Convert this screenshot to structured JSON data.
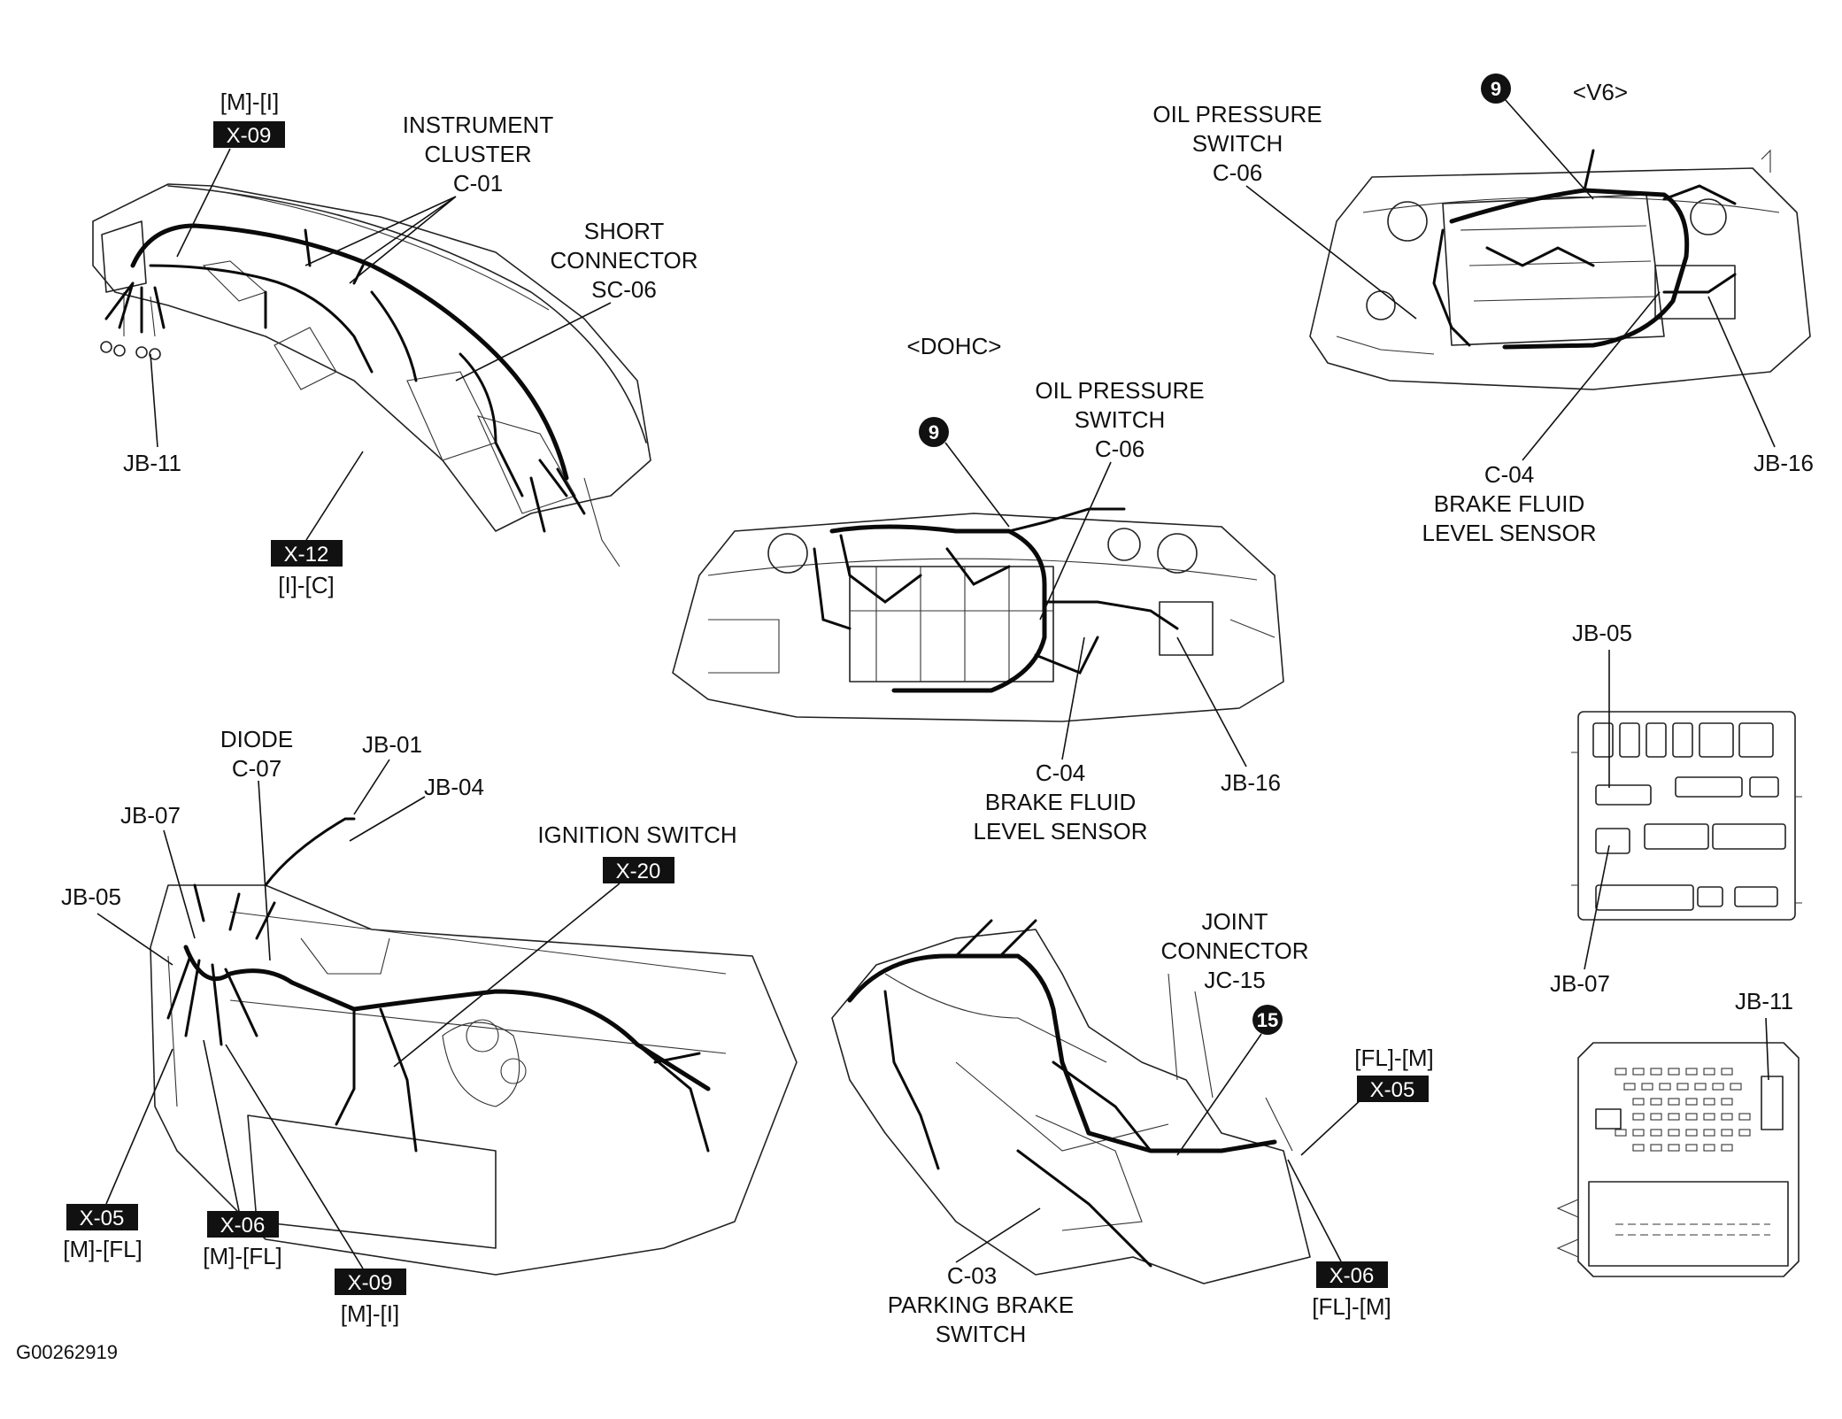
{
  "figure_id": "G00262919",
  "labels": {
    "mi_top": "[M]-[I]",
    "instrument_cluster": [
      "INSTRUMENT",
      "CLUSTER",
      "C-01"
    ],
    "short_connector": [
      "SHORT",
      "CONNECTOR",
      "SC-06"
    ],
    "jb11_left": "JB-11",
    "ic_bottom": "[I]-[C]",
    "dohc": "<DOHC>",
    "oil_pressure_dohc": [
      "OIL PRESSURE",
      "SWITCH",
      "C-06"
    ],
    "brake_fluid_dohc": [
      "C-04",
      "BRAKE FLUID",
      "LEVEL SENSOR"
    ],
    "jb16_dohc": "JB-16",
    "oil_pressure_v6": [
      "OIL PRESSURE",
      "SWITCH",
      "C-06"
    ],
    "v6": "<V6>",
    "brake_fluid_v6": [
      "C-04",
      "BRAKE FLUID",
      "LEVEL SENSOR"
    ],
    "jb16_v6": "JB-16",
    "jb05_right": "JB-05",
    "jb07_right": "JB-07",
    "jb11_right": "JB-11",
    "diode": [
      "DIODE",
      "C-07"
    ],
    "jb01": "JB-01",
    "jb04": "JB-04",
    "jb07_left": "JB-07",
    "jb05_left": "JB-05",
    "ignition_switch": "IGNITION SWITCH",
    "mfl_a": "[M]-[FL]",
    "mfl_b": "[M]-[FL]",
    "mi_bottom": "[M]-[I]",
    "joint_connector": [
      "JOINT",
      "CONNECTOR",
      "JC-15"
    ],
    "flm_top": "[FL]-[M]",
    "flm_bottom": "[FL]-[M]",
    "parking_brake": [
      "C-03",
      "PARKING BRAKE",
      "SWITCH"
    ]
  },
  "tags": {
    "x09_top": "X-09",
    "x12": "X-12",
    "x20": "X-20",
    "x05_left": "X-05",
    "x06_left": "X-06",
    "x09_bottom": "X-09",
    "x05_right": "X-05",
    "x06_right": "X-06"
  },
  "markers": {
    "dohc_9": "9",
    "v6_9": "9",
    "jc_15": "15"
  }
}
